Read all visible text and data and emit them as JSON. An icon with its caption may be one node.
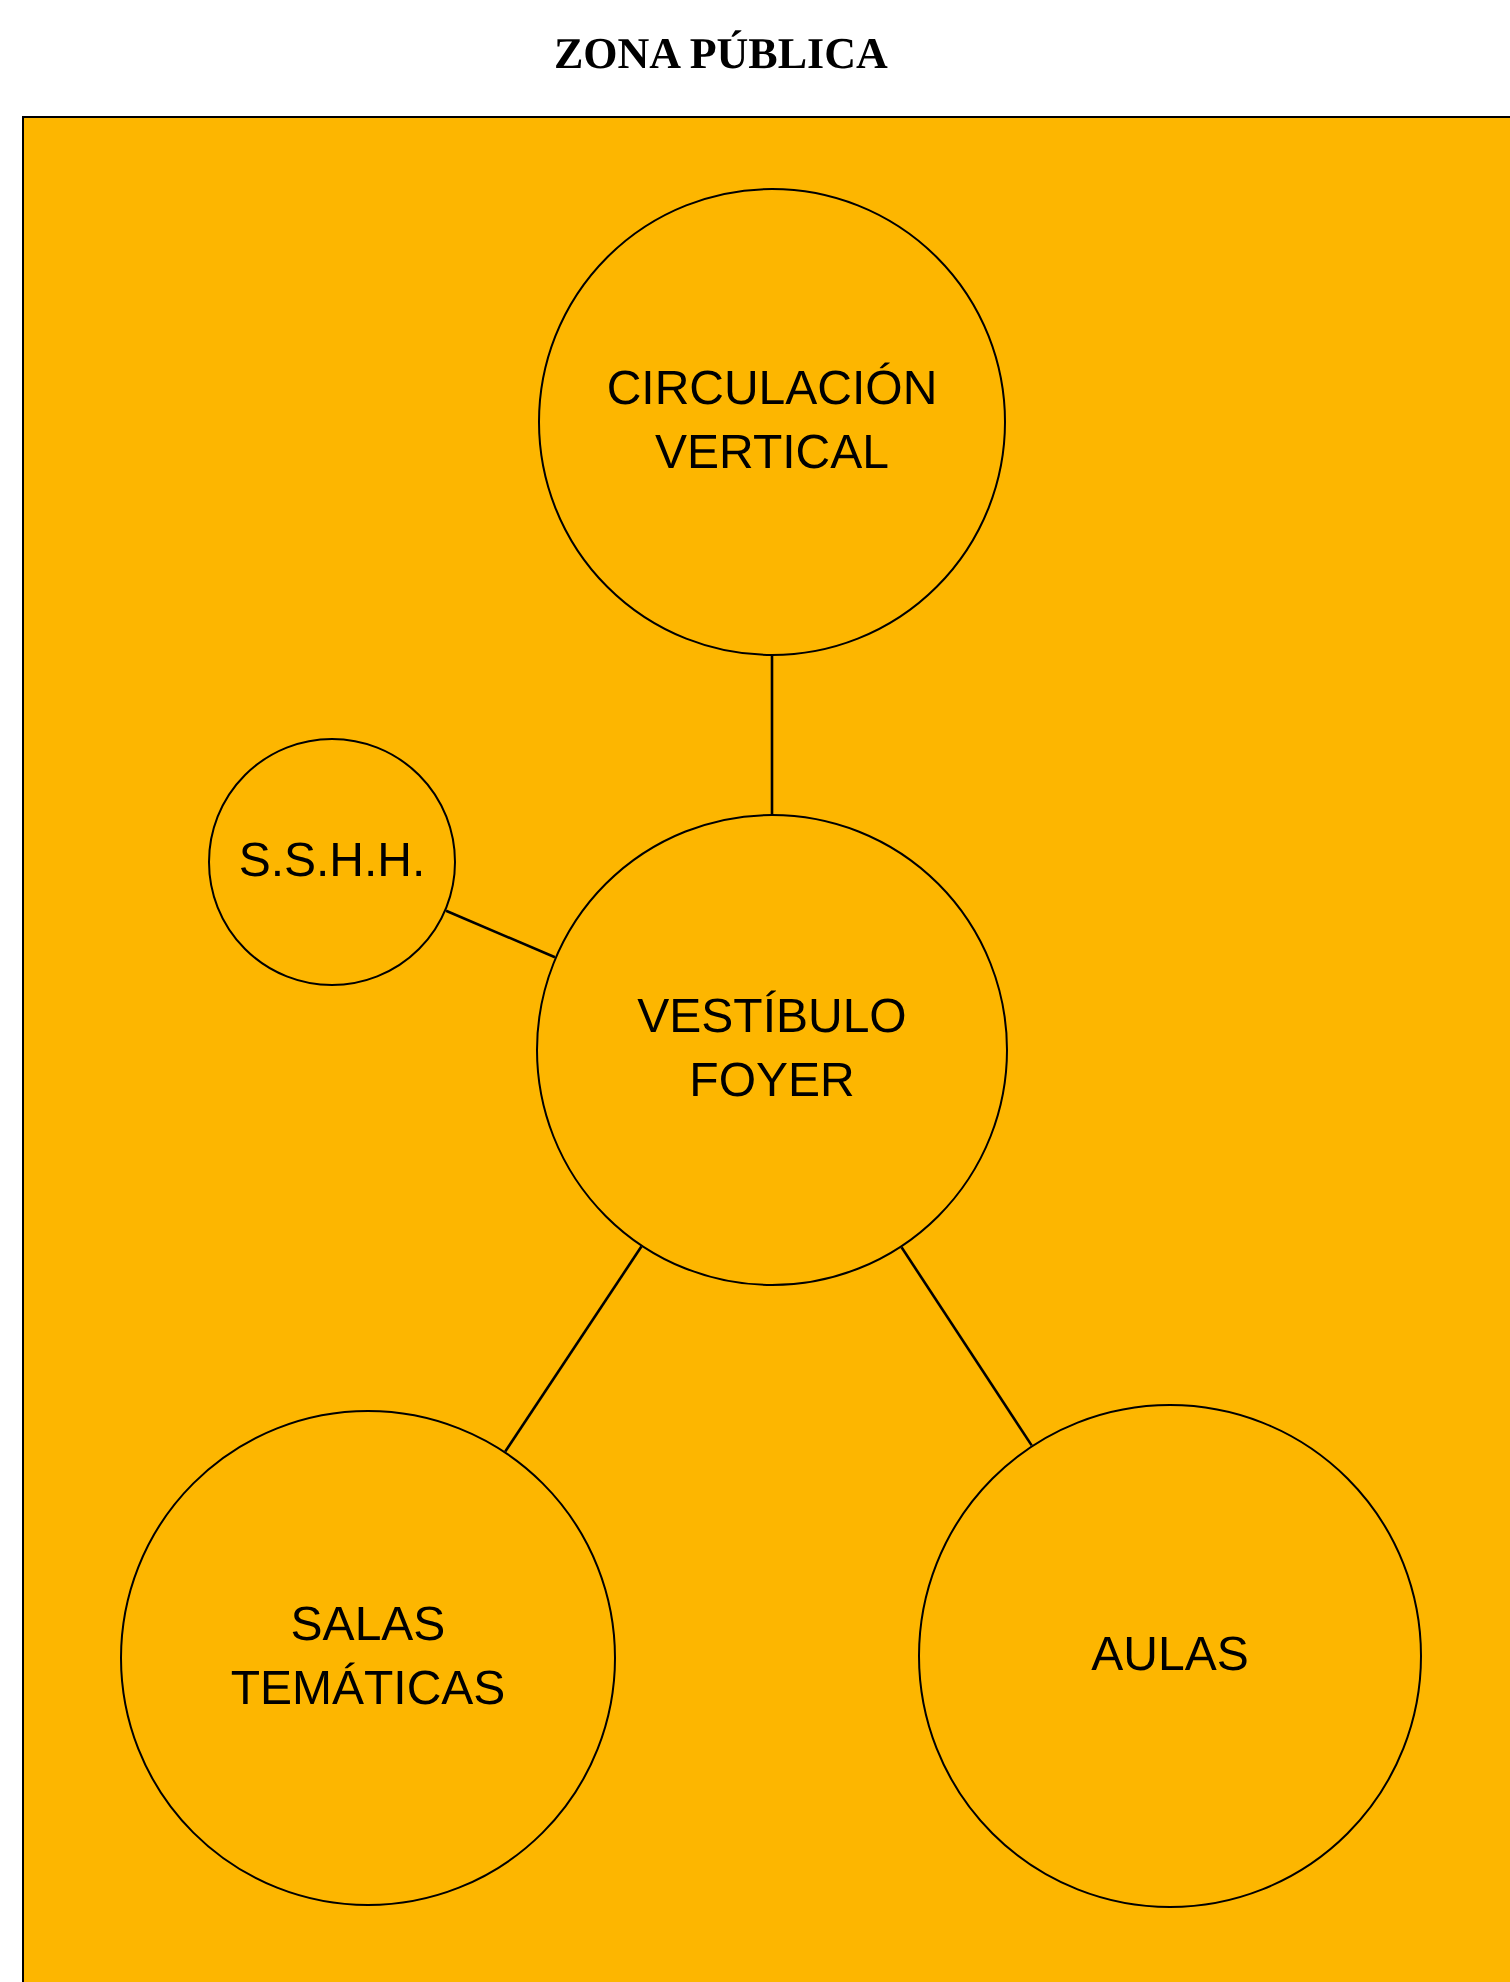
{
  "diagram": {
    "nodes": [
      {
        "text": [
          "ZONA PÚBLICA"
        ]
      },
      {
        "text": [
          "CIRCULACIÓN VERTICAL"
        ],
        "in": 0
      },
      {
        "text": [
          "S.S.H.H."
        ],
        "in": 0
      },
      {
        "text": [
          "VESTÍBULO FOYER"
        ],
        "in": 0
      },
      {
        "text": [
          "SALAS TEMÁTICAS"
        ],
        "in": 0
      },
      {
        "text": [
          "AULAS"
        ],
        "in": 0
      }
    ],
    "edges": [
      {
        "from": 1,
        "to": 3,
        "arrow": "none"
      },
      {
        "from": 2,
        "to": 3,
        "arrow": "none"
      },
      {
        "from": 3,
        "to": 4,
        "arrow": "none"
      },
      {
        "from": 3,
        "to": 5,
        "arrow": "none"
      }
    ]
  }
}
